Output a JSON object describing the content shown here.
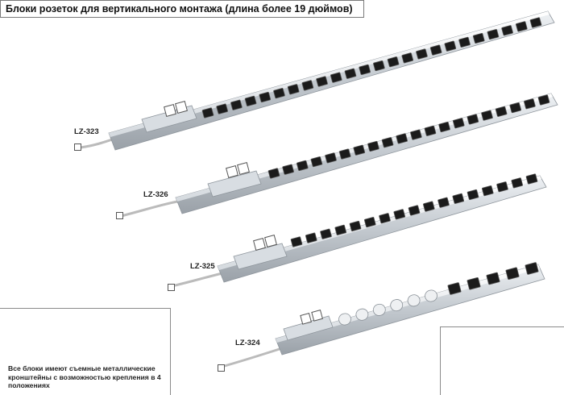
{
  "title": "Блоки розеток для вертикального монтажа (длина более 19 дюймов)",
  "models": [
    {
      "id": "LZ-323"
    },
    {
      "id": "LZ-326"
    },
    {
      "id": "LZ-325"
    },
    {
      "id": "LZ-324"
    }
  ],
  "bracket_note": "Все блоки имеют съемные металлические кронштейны с возможностью крепления в 4 положениях",
  "colors": {
    "aluminium": "#c9ced4",
    "socket_dark": "#1b1b1b",
    "plug_blue": "#1f3fc2"
  }
}
